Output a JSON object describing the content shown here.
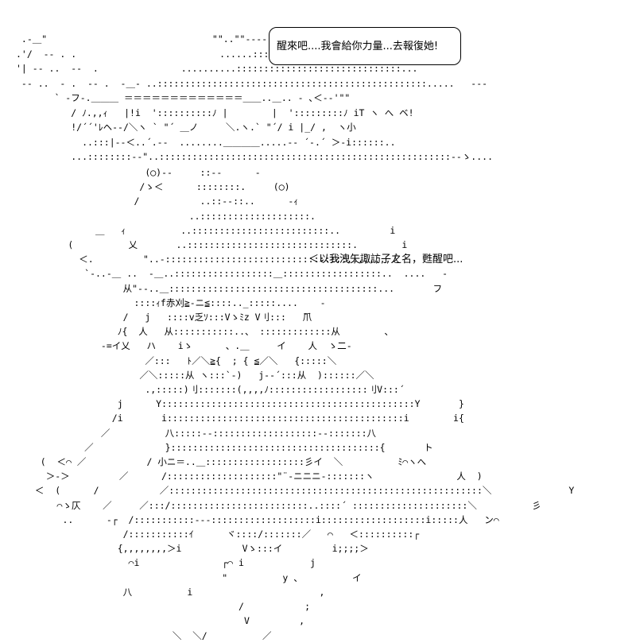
{
  "speech_bubble": {
    "text": "醒來吧....我會給你力量...去報復她!"
  },
  "caption": {
    "text": "＜以我洩矢諏訪子之名，甦醒吧..."
  },
  "ascii_art": {
    "top_figure": " .‐＿\"                              \"\"..\"\"‐‐‐‐‐‐‐‐..\"\"..´. \n.'/  ‐‐ . .                          ......:::::::::::::::::::::::::::::::...   \n'| ‐‐ ..  ‐‐  .               ..........::::::::::::::::::::::::::::::...\n ‐‐ ..  ‐ .  ‐‐ .  ‐＿‐ ..:::::::::::::::::::::::::::::::::::::::::::::::::.....   ‐‐‐\n       ` ‐フ‐.＿＿＿ ＝＝＝＝＝＝＝＝＝＝＝＝＝＿＿..＿.. ‐ ､＜‐‐'\"\"\n          / ﾉ.,,ｨ   |!i  '::::::::::ﾉ |        |  ':::::::::ﾉ iT ヽ へ ベ!\n          !/´´'ﾚヘ‐‐/＼ヽ ` \"´ ＿ノ     ＼.ヽ.` \"´/ i |_/ ,  ヽ小\n            ..:::|‐‐＜..´.‐‐  ........＿＿＿＿.....‐‐ ´‐.´ ＞‐i::::::..\n          ...::::::::‐‐\"..:::::::::::::::::::::::::::::::::::::::::::::::::::::‐‐ゝ....",
    "main_figure": "                      (◯)‐‐     ::‐‐      ‐\n                     /ゝ＜      ::::::::.     (◯)\n                    /           ..::‐‐::..      ‐ｨ\n                              ..::::::::::::::::::::.\n             ＿   ｨ          ..:::::::::::::::::::::::::..         i\n        (          乂       ..::::::::::::::::::::::::::::::.        i\n          ＜.         \"..‐:::::::::::::::::::::::::::::::::,,,,,,,,人\n           `‐..‐＿ ..  ‐＿..::::::::::::::::::＿::::::::::::::::::..  ....   ‐\n                  从\"‐‐..＿::::::::::::::::::::::::::::::::::::::...       フ\n                    ::::ｨf赤刈≧‐ニ≦::::.._:::::....    ‐\n                  /   j   ::::v乏ｿ:::Vゝﾐz V刂:::   ̄爪\n                 ﾉ{  人   从:::::::::::..、 :::::::::::::从        、\n              ‐=イ乂   ハ    iゝ      、.＿     イ    人  ゝ二‐\n                      ／:::   ﾄ／＼≧{  ; { ≦／＼   {:::::＼\n                     ／＼:::::从 ヽ:::`‐)   j‐‐´:::从  )::::::／＼\n                      .,:::::)刂:::::::(,,,,ﾉ::::::::::::::::::刂V:::´\n                 j      Y::::::::::::::::::::::::::::::::::::::::::::::Y       }\n                /i       i:::::::::::::::::::::::::::::::::::::::::::i        i{\n              ／          八:::::‐‐:::::::::::::::::::‐‐:::::::八\n           ／             }::::::::::::::::::::::::::::::::::::::{       ト\n   (  ＜⌒ ／           / 小ニ＝..＿::::::::::::::::::彡イ  ＼          ﾐ⌒ヽへ\n    ＞‐＞         ／      /::::::::::::::::::::\"¨‐ニニニ‐:::::::ヽ               人  )\n  ＜  (      /           ／:::::::::::::::::::::::::::::::::::::::::::::::::::::::::＼              Y\n      ⌒ゝ仄    ／     ／:::/:::::::::::::::::::::::::..::::´ :::::::::::::::::::::＼          彡\n       ..      ‐┌  /:::::::::::‐‐‐:::::::::::::::::::i:::::::::::::::::::i:::::人   ン⌒ \n                  /:::::::::::ｲ      ヾ::::/:::::::／   ⌒   ＜::::::::::┌\n                 {,,,,,,,,＞i           Vゝ:::イ         i;;;;＞\n                   ⌒i               ┌⌒ i            j\n                                    \"          y 、         イ\n                  八          i                       ,\n                                       /           ;\n                                        V         ,\n                           ＼  ＼/          ／"
  }
}
